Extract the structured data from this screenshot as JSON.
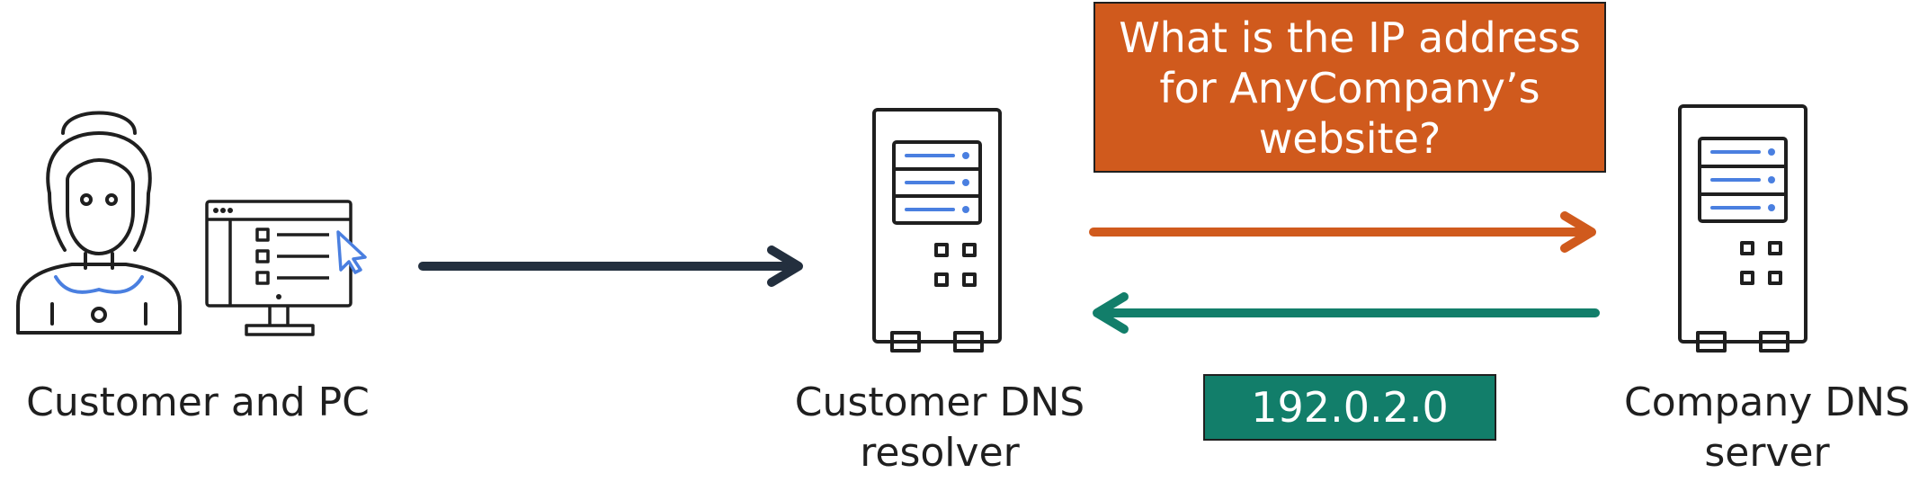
{
  "nodes": {
    "customer": {
      "label_lines": [
        "Customer and PC"
      ]
    },
    "resolver": {
      "label_lines": [
        "Customer DNS",
        "resolver"
      ]
    },
    "server": {
      "label_lines": [
        "Company DNS",
        "server"
      ]
    }
  },
  "messages": {
    "query": {
      "lines": [
        "What is the IP address",
        "for AnyCompany’s",
        "website?"
      ],
      "color": "#d05a1d"
    },
    "answer": {
      "text": "192.0.2.0",
      "color": "#127e6a"
    }
  },
  "colors": {
    "outline": "#1f1f1f",
    "accent_blue": "#4a7fe0",
    "arrow_dark": "#232f3e"
  }
}
